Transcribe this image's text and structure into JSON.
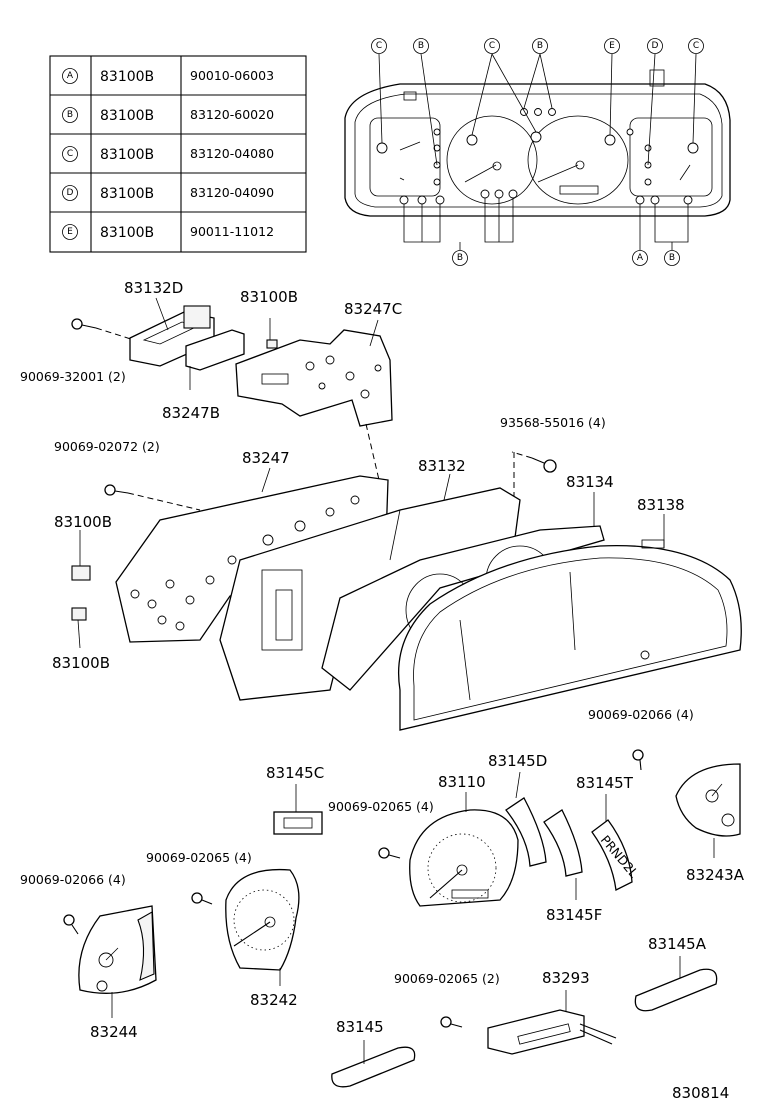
{
  "legend_table": {
    "rows": [
      {
        "symbol": "A",
        "part": "83100B",
        "number": "90010-06003"
      },
      {
        "symbol": "B",
        "part": "83100B",
        "number": "83120-60020"
      },
      {
        "symbol": "C",
        "part": "83100B",
        "number": "83120-04080"
      },
      {
        "symbol": "D",
        "part": "83100B",
        "number": "83120-04090"
      },
      {
        "symbol": "E",
        "part": "83100B",
        "number": "90011-11012"
      }
    ]
  },
  "callouts": {
    "top_row": [
      "C",
      "B",
      "C",
      "B",
      "E",
      "D",
      "C"
    ],
    "bottom_row": [
      "B",
      "A",
      "B"
    ]
  },
  "labels": {
    "p83132D": "83132D",
    "p83100B_top": "83100B",
    "p83247C": "83247C",
    "p90069_32001": "90069-32001 (2)",
    "p83247B": "83247B",
    "p90069_02072": "90069-02072 (2)",
    "p83247": "83247",
    "p83132": "83132",
    "p93568_55016": "93568-55016 (4)",
    "p83134": "83134",
    "p83138": "83138",
    "p83100B_mid": "83100B",
    "p83100B_low": "83100B",
    "p90069_02066_r": "90069-02066 (4)",
    "p83145C": "83145C",
    "p83145D": "83145D",
    "p83110": "83110",
    "p83145T": "83145T",
    "p90069_02065_a": "90069-02065 (4)",
    "p83243A": "83243A",
    "p90069_02065_b": "90069-02065 (4)",
    "p90069_02066_l": "90069-02066 (4)",
    "p83145F": "83145F",
    "p83242": "83242",
    "p83244": "83244",
    "p83145A": "83145A",
    "p90069_02065_c": "90069-02065 (2)",
    "p83293": "83293",
    "p83145": "83145",
    "figure_id": "830814"
  }
}
